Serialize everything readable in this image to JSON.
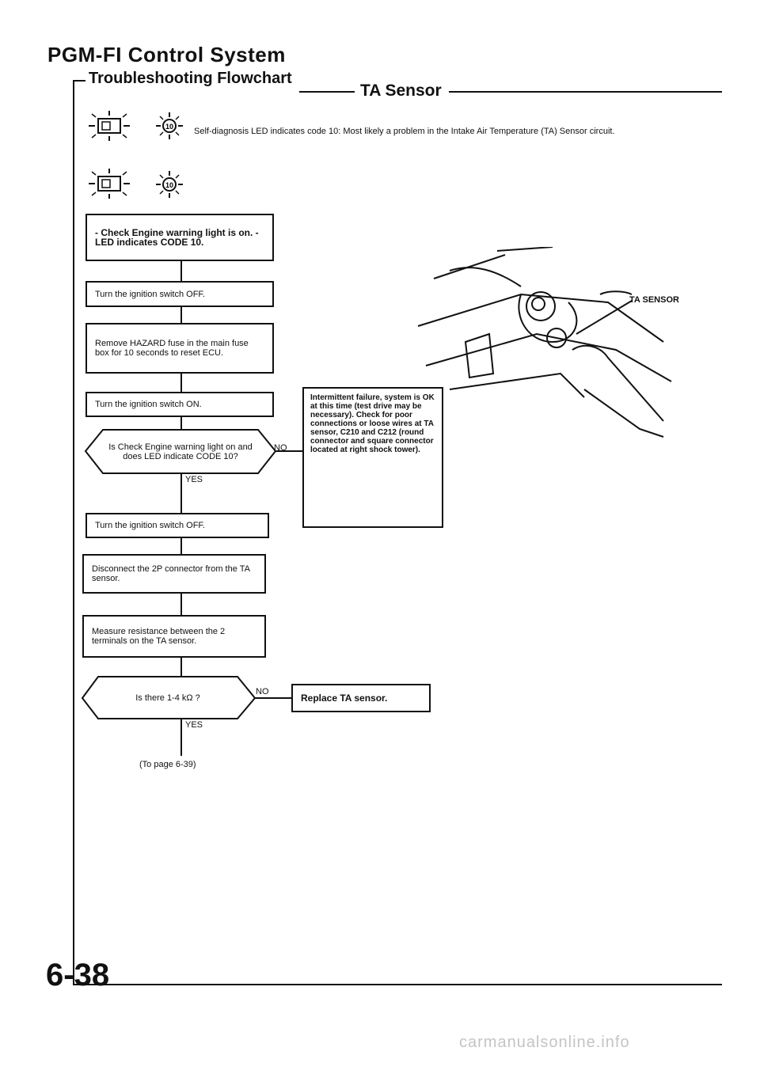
{
  "header": {
    "title": "PGM-FI Control System",
    "section": "Troubleshooting Flowchart",
    "subsection": "TA Sensor"
  },
  "intro": {
    "text": "Self-diagnosis LED indicates code 10: Most likely a problem in the Intake Air Temperature (TA) Sensor circuit.",
    "icon_name": "check-engine-led-code-icon"
  },
  "flow": {
    "step1": "- Check Engine warning light is on. - LED indicates CODE 10.",
    "step2": "Turn the ignition switch OFF.",
    "step3": "Remove HAZARD fuse in the main fuse box for 10 seconds to reset ECU.",
    "step4": "Turn the ignition switch ON.",
    "decision1": "Is Check Engine warning light on and does LED indicate CODE 10?",
    "decision1_no": "NO",
    "decision1_yes": "YES",
    "step5": "Turn the ignition switch OFF.",
    "step6": "Disconnect the 2P connector from the TA sensor.",
    "step7": "Measure resistance between the 2 terminals on the TA sensor.",
    "decision2": "Is there 1-4 kΩ ?",
    "decision2_no": "NO",
    "decision2_yes": "YES",
    "continue": "(To page 6-39)"
  },
  "side": {
    "intermittent": "Intermittent failure, system is OK at this time (test drive may be necessary). Check for poor connections or loose wires at TA sensor, C210 and C212 (round connector and square connector located at right shock tower).",
    "replace": "Replace TA sensor.",
    "illustration_label": "TA SENSOR"
  },
  "footer": {
    "page": "6-38",
    "site": "carmanualsonline.info"
  }
}
